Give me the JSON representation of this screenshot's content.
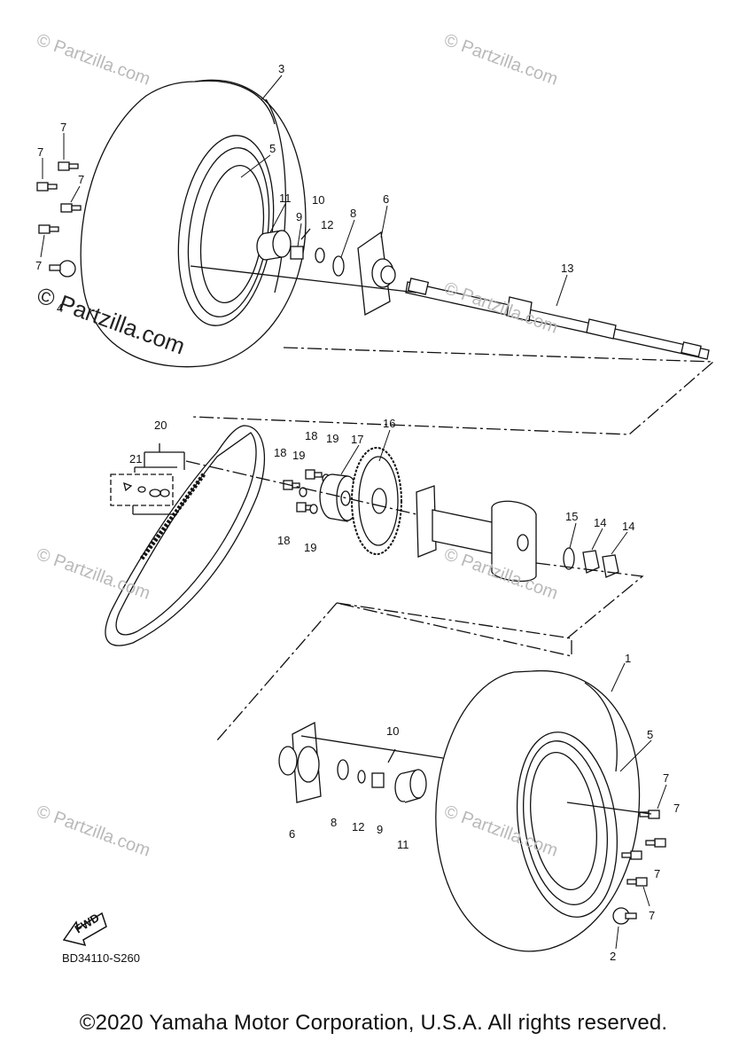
{
  "diagram_code": "BD34110-S260",
  "copyright": "©2020 Yamaha Motor Corporation, U.S.A. All rights reserved.",
  "watermark_text": "© Partzilla.com",
  "fwd_label": "FWD",
  "callouts": {
    "c1": "1",
    "c2": "2",
    "c3": "3",
    "c4": "4",
    "c5a": "5",
    "c5b": "5",
    "c6a": "6",
    "c6b": "6",
    "c7a": "7",
    "c7b": "7",
    "c7c": "7",
    "c7d": "7",
    "c7e": "7",
    "c7f": "7",
    "c7g": "7",
    "c7h": "7",
    "c8a": "8",
    "c8b": "8",
    "c9a": "9",
    "c9b": "9",
    "c10a": "10",
    "c10b": "10",
    "c11a": "11",
    "c11b": "11",
    "c12a": "12",
    "c12b": "12",
    "c13": "13",
    "c14a": "14",
    "c14b": "14",
    "c15": "15",
    "c16": "16",
    "c17": "17",
    "c18a": "18",
    "c18b": "18",
    "c18c": "18",
    "c19a": "19",
    "c19b": "19",
    "c19c": "19",
    "c20": "20",
    "c21": "21"
  },
  "colors": {
    "line": "#111111",
    "watermark": "#b9b9b9",
    "background": "#ffffff"
  }
}
